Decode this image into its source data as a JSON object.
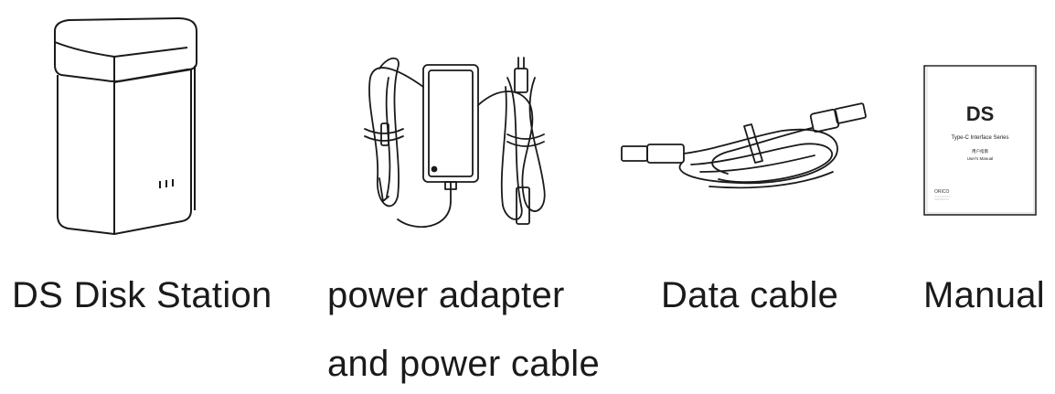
{
  "items": [
    {
      "id": "disk-station",
      "caption": "DS Disk Station"
    },
    {
      "id": "power-adapter",
      "caption_line1": "power adapter",
      "caption_line2": "and power cable"
    },
    {
      "id": "data-cable",
      "caption": "Data cable"
    },
    {
      "id": "manual",
      "caption": "Manual",
      "cover": {
        "title": "DS",
        "subtitle": "Type-C Interface Series",
        "label_cn": "用户指南",
        "label_en": "User's Manual",
        "brand": "ORICO"
      }
    }
  ]
}
